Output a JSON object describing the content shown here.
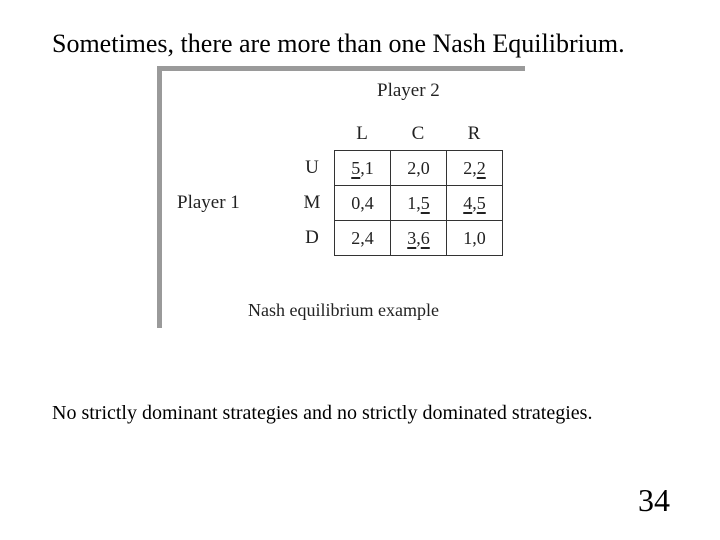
{
  "slide": {
    "title": "Sometimes, there are more than one Nash Equilibrium.",
    "note": "No strictly dominant strategies and no strictly dominated strategies.",
    "page_number": "34"
  },
  "game": {
    "player2_label": "Player 2",
    "player1_label": "Player 1",
    "columns": [
      "L",
      "C",
      "R"
    ],
    "rows": [
      {
        "label": "U",
        "cells": [
          {
            "a": "5",
            "b": "1",
            "ua": true,
            "ub": false
          },
          {
            "a": "2",
            "b": "0",
            "ua": false,
            "ub": false
          },
          {
            "a": "2",
            "b": "2",
            "ua": false,
            "ub": true
          }
        ]
      },
      {
        "label": "M",
        "cells": [
          {
            "a": "0",
            "b": "4",
            "ua": false,
            "ub": false
          },
          {
            "a": "1",
            "b": "5",
            "ua": false,
            "ub": true
          },
          {
            "a": "4",
            "b": "5",
            "ua": true,
            "ub": true
          }
        ]
      },
      {
        "label": "D",
        "cells": [
          {
            "a": "2",
            "b": "4",
            "ua": false,
            "ub": false
          },
          {
            "a": "3",
            "b": "6",
            "ua": true,
            "ub": true
          },
          {
            "a": "1",
            "b": "0",
            "ua": false,
            "ub": false
          }
        ]
      }
    ],
    "caption": "Nash equilibrium example"
  }
}
